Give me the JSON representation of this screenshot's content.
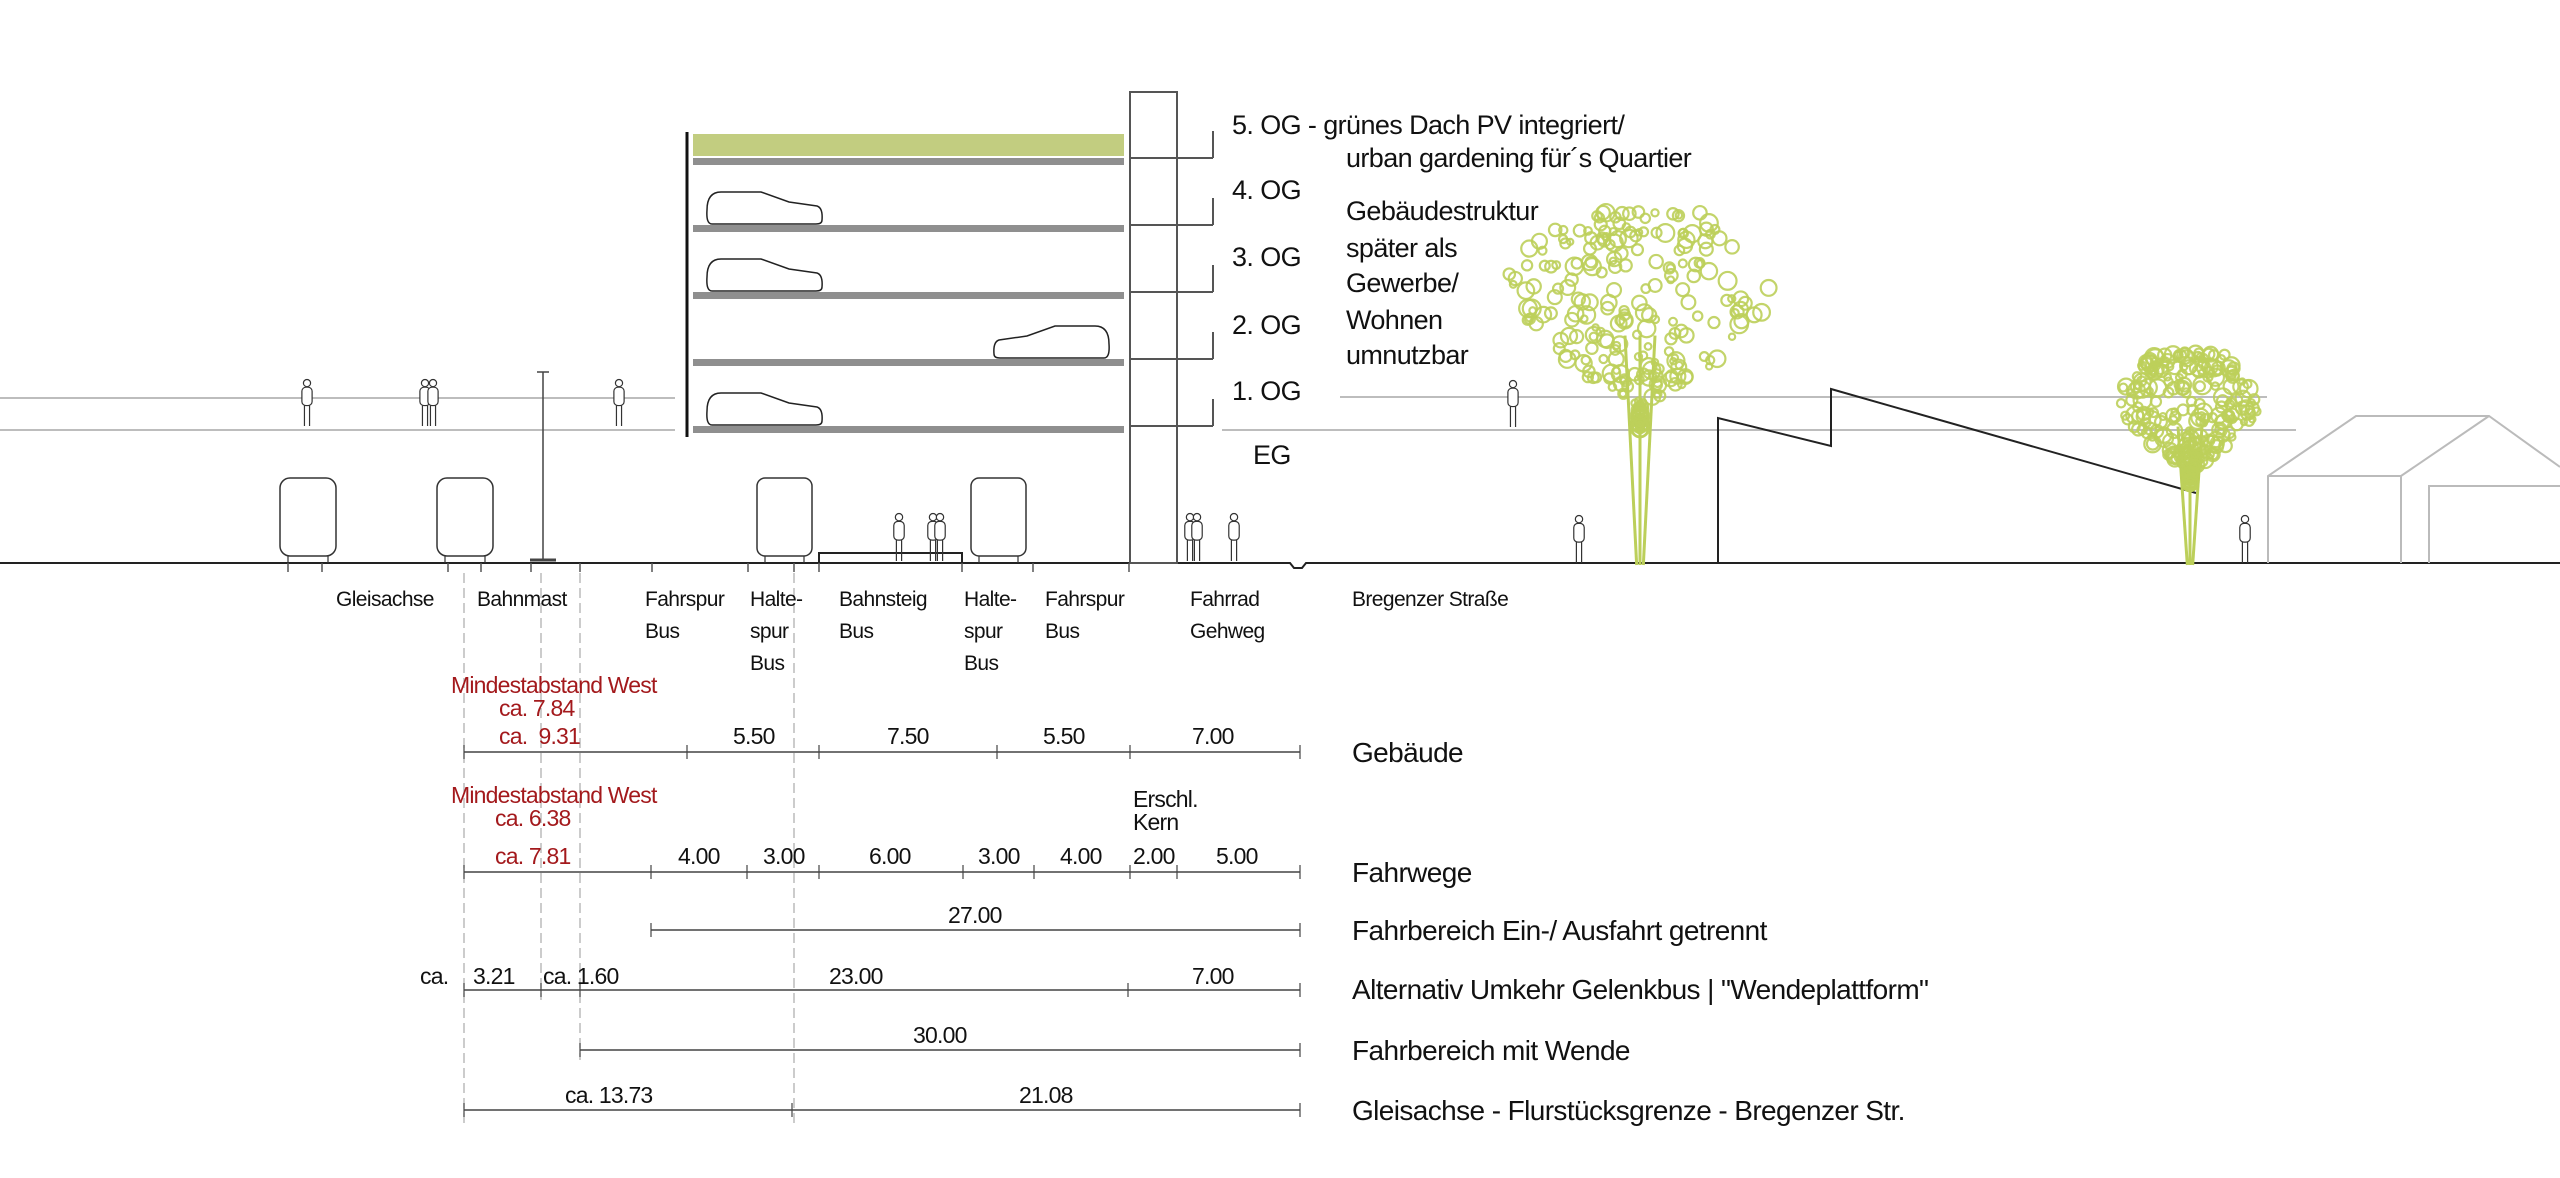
{
  "floors": {
    "og5": "5. OG - grünes Dach PV integriert/",
    "og5_line2": "urban gardening für´s Quartier",
    "og4": "4. OG",
    "og3": "3. OG",
    "og2": "2. OG",
    "og1": "1. OG",
    "eg": "EG"
  },
  "building_note": [
    "Gebäudestruktur",
    "später als",
    "Gewerbe/",
    "Wohnen",
    "umnutzbar"
  ],
  "zones": {
    "gleisachse": "Gleisachse",
    "bahnmast": "Bahnmast",
    "fahrspur_bus_west": "Fahrspur\nBus",
    "haltespur_bus_west": "Halte-\nspur\nBus",
    "bahnsteig_bus": "Bahnsteig\nBus",
    "haltespur_bus_ost": "Halte-\nspur\nBus",
    "fahrspur_bus_ost": "Fahrspur\nBus",
    "fahrrad_gehweg": "Fahrrad\nGehweg",
    "bregenzer_strasse": "Bregenzer Straße"
  },
  "dimension_rows": [
    {
      "label": "Gebäude",
      "annotation": "Mindestabstand West",
      "annotation_value": "ca. 7.84",
      "start_value": "ca.  9.31",
      "segments": [
        "5.50",
        "7.50",
        "5.50",
        "7.00"
      ]
    },
    {
      "label": "Fahrwege",
      "annotation": "Mindestabstand West",
      "annotation_value": "ca. 6.38",
      "start_value": "ca. 7.81",
      "core_label": "Erschl.\nKern",
      "segments": [
        "4.00",
        "3.00",
        "6.00",
        "3.00",
        "4.00",
        "2.00",
        "5.00"
      ]
    },
    {
      "label": "Fahrbereich Ein-/ Ausfahrt getrennt",
      "segments": [
        "27.00"
      ]
    },
    {
      "label": "Alternativ Umkehr Gelenkbus | \"Wendeplattform\"",
      "prefix": "ca.",
      "segments": [
        "3.21",
        "ca. 1.60",
        "23.00",
        "7.00"
      ]
    },
    {
      "label": "Fahrbereich mit Wende",
      "segments": [
        "30.00"
      ]
    },
    {
      "label": "Gleisachse - Flurstücksgrenze - Bregenzer Str.",
      "segments": [
        "ca. 13.73",
        "21.08"
      ]
    }
  ],
  "colors": {
    "annotation_red": "#a3191c",
    "tree_green": "#bccf5a",
    "slab_gray": "#8f8f8f",
    "line_gray": "#b5b5b5"
  }
}
